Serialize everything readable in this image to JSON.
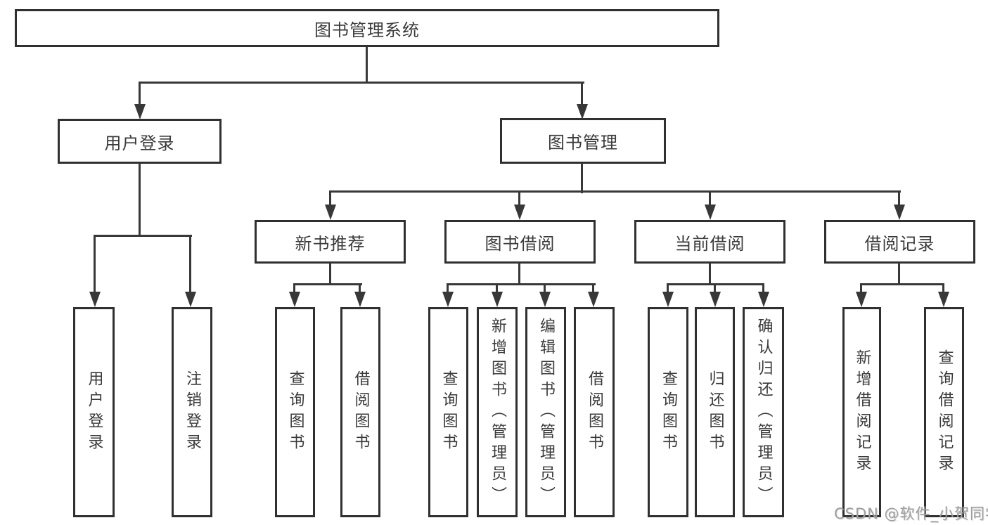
{
  "diagram": {
    "root_label": "图书管理系统",
    "level2": [
      {
        "label": "用户登录",
        "children": [
          "用户登录",
          "注销登录"
        ]
      },
      {
        "label": "图书管理"
      }
    ],
    "level3": [
      {
        "label": "新书推荐",
        "children": [
          "查询图书",
          "借阅图书"
        ]
      },
      {
        "label": "图书借阅",
        "children": [
          "查询图书",
          "新增图书（管理员）",
          "编辑图书（管理员）",
          "借阅图书"
        ]
      },
      {
        "label": "当前借阅",
        "children": [
          "查询图书",
          "归还图书",
          "确认归还（管理员）"
        ]
      },
      {
        "label": "借阅记录",
        "children": [
          "新增借阅记录",
          "查询借阅记录"
        ]
      }
    ]
  },
  "watermark": "CSDN @软件_小贺同学",
  "colors": {
    "line": "#383838",
    "box_border": "#303030",
    "text": "#3a3a3a",
    "watermark": "#a0a0a0",
    "background": "#ffffff"
  }
}
